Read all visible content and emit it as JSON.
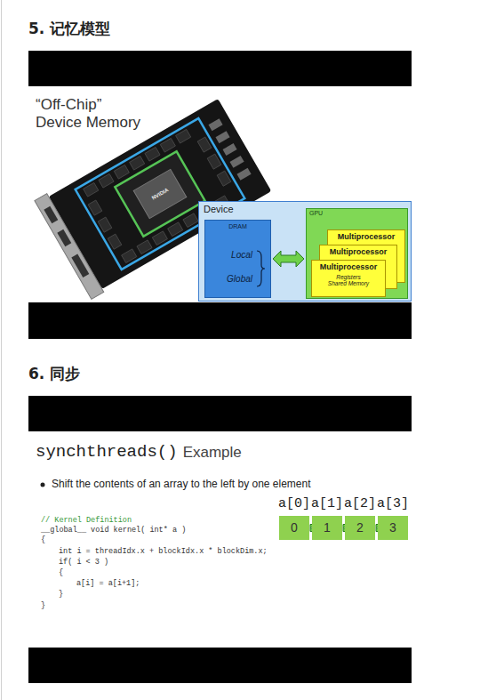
{
  "diagram": {
    "nodes": [
      {
        "text": [
          "Device"
        ]
      },
      {
        "text": [
          "DRAM",
          "Local",
          "Global"
        ],
        "in": 0
      },
      {
        "text": [
          "GPU"
        ],
        "in": 0
      },
      {
        "text": [
          "Multiprocessor"
        ],
        "in": 2
      },
      {
        "text": [
          "Multiprocessor"
        ],
        "in": 2
      },
      {
        "text": [
          "Multiprocessor",
          "Registers Shared Memory"
        ],
        "in": 2
      },
      {
        "text": [
          "0"
        ]
      },
      {
        "text": [
          "1"
        ]
      },
      {
        "text": [
          "2"
        ]
      },
      {
        "text": [
          "3"
        ]
      }
    ],
    "edges": [
      {
        "from": 1,
        "to": 2,
        "arrow": "both"
      },
      {
        "from": 7,
        "to": 6,
        "arrow": "to"
      },
      {
        "from": 8,
        "to": 7,
        "arrow": "to"
      },
      {
        "from": 9,
        "to": 8,
        "arrow": "to"
      }
    ],
    "labels": [
      "5. 记忆模型",
      "“Off-Chip” Device Memory",
      "NVIDIA",
      "6. 同步",
      "synchthreads()",
      "Example",
      "Shift the contents of an array to the left by one element",
      "// Kernel Definition",
      "__global__ void kernel( int* a )",
      "{",
      "int i = threadIdx.x + blockIdx.x * blockDim.x;",
      "if( i < 3 )",
      "{",
      "a[i] = a[i+1];",
      "}",
      "}",
      "a[0]",
      "a[1]",
      "a[2]",
      "a[3]"
    ]
  }
}
